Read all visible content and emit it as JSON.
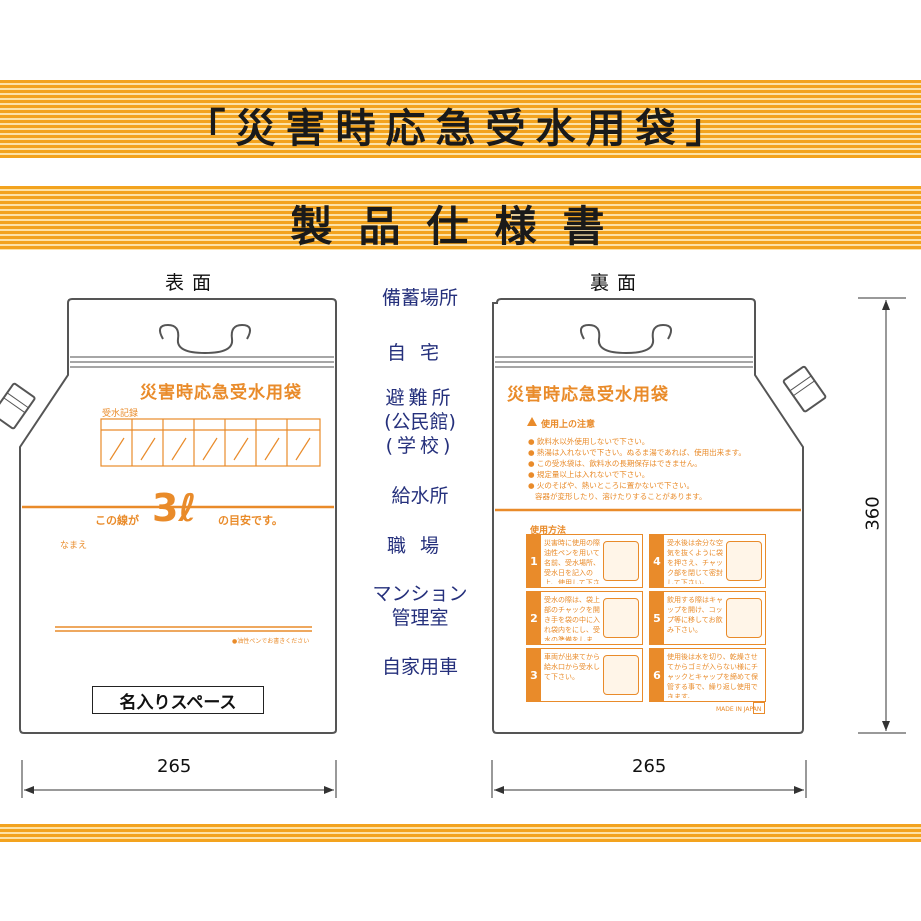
{
  "title": "「災害時応急受水用袋」",
  "subtitle": "製品仕様書",
  "front_label": "表面",
  "back_label": "裏面",
  "front": {
    "heading": "災害時応急受水用袋",
    "record_label": "受水記録",
    "line_text_pre": "この線が",
    "line_amount": "3ℓ",
    "line_text_post": "の目安です。",
    "name_label": "なまえ",
    "pen_note": "●油性ペンでお書きください",
    "name_space": "名入りスペース"
  },
  "storage": {
    "heading": "備蓄場所",
    "items": [
      "自宅",
      "避難所",
      "(公民館)",
      "(学校)",
      "給水所",
      "職場",
      "マンション",
      "管理室",
      "自家用車"
    ]
  },
  "back": {
    "heading": "災害時応急受水用袋",
    "caution_title": "使用上の注意",
    "cautions": [
      "● 飲料水以外使用しないで下さい。",
      "● 熱湯は入れないで下さい。ぬるま湯であれば、使用出来ます。",
      "● この受水袋は、飲料水の長期保存はできません。",
      "● 規定量以上は入れないで下さい。",
      "● 火のそばや、熱いところに置かないで下さい。",
      "容器が変形したり、溶けたりすることがあります。"
    ],
    "usage_title": "使用方法",
    "steps": [
      {
        "n": "1",
        "text": "災害時に使用の際油性ペンを用いて名前、受水場所、受水日を記入の上、使用して下さい。"
      },
      {
        "n": "2",
        "text": "受水の際は、袋上部のチャックを開き手を袋の中に入れ袋内をにし、受水の準備をします。"
      },
      {
        "n": "3",
        "text": "車両が出来てから給水口から受水して下さい。"
      },
      {
        "n": "4",
        "text": "受水後は余分な空気を抜くように袋を押さえ、チャック部を閉じて密封して下さい。"
      },
      {
        "n": "5",
        "text": "飲用する際はキャップを開け、コップ等に移してお飲み下さい。"
      },
      {
        "n": "6",
        "text": "使用後は水を切り、乾燥させてからゴミが入らない様にチャックとキャップを締めて保管する事で、繰り返し使用できます。"
      }
    ],
    "made_in": "MADE IN JAPAN"
  },
  "dimensions": {
    "front_width": "265",
    "back_width": "265",
    "height": "360"
  },
  "colors": {
    "accent_orange": "#e98b2a",
    "stripe_orange": "#f3a31e",
    "storage_blue": "#25307c",
    "storage_red": "#d41a1a"
  }
}
